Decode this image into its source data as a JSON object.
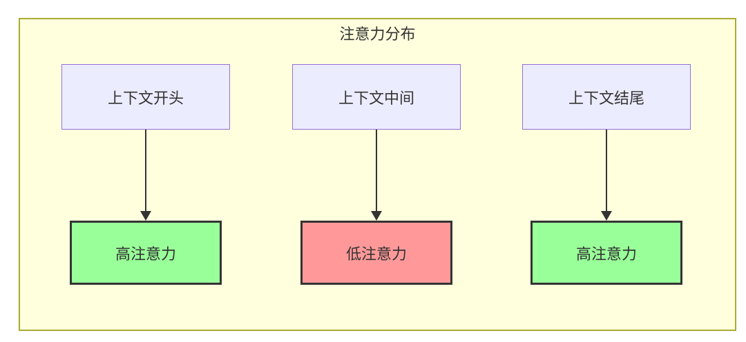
{
  "diagram": {
    "title": "注意力分布",
    "columns": [
      {
        "source_label": "上下文开头",
        "target_label": "高注意力",
        "attention": "high"
      },
      {
        "source_label": "上下文中间",
        "target_label": "低注意力",
        "attention": "low"
      },
      {
        "source_label": "上下文结尾",
        "target_label": "高注意力",
        "attention": "high"
      }
    ],
    "colors": {
      "container_bg": "#ffffde",
      "container_border": "#aaaa33",
      "source_bg": "#ececff",
      "source_border": "#9370db",
      "high_bg": "#99ff99",
      "low_bg": "#ff9999",
      "node_border_dark": "#333333",
      "arrow": "#333333",
      "text": "#333333"
    }
  }
}
